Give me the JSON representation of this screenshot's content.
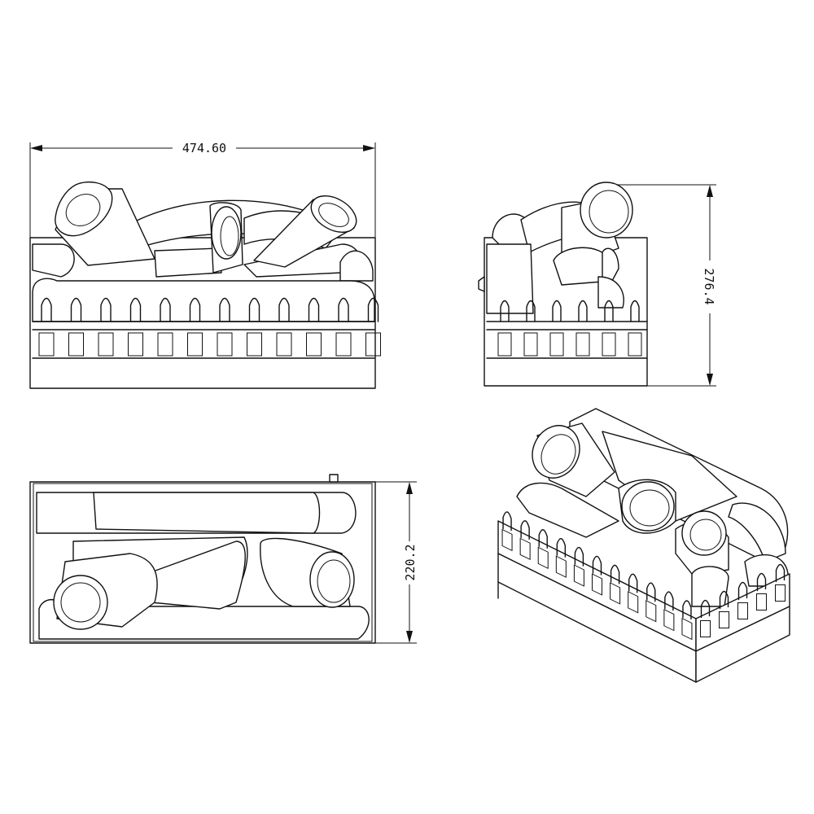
{
  "dimensions": {
    "width": "474.60",
    "height": "276.4",
    "depth": "220.2"
  },
  "colors": {
    "line": "#111111",
    "background": "#ffffff"
  }
}
